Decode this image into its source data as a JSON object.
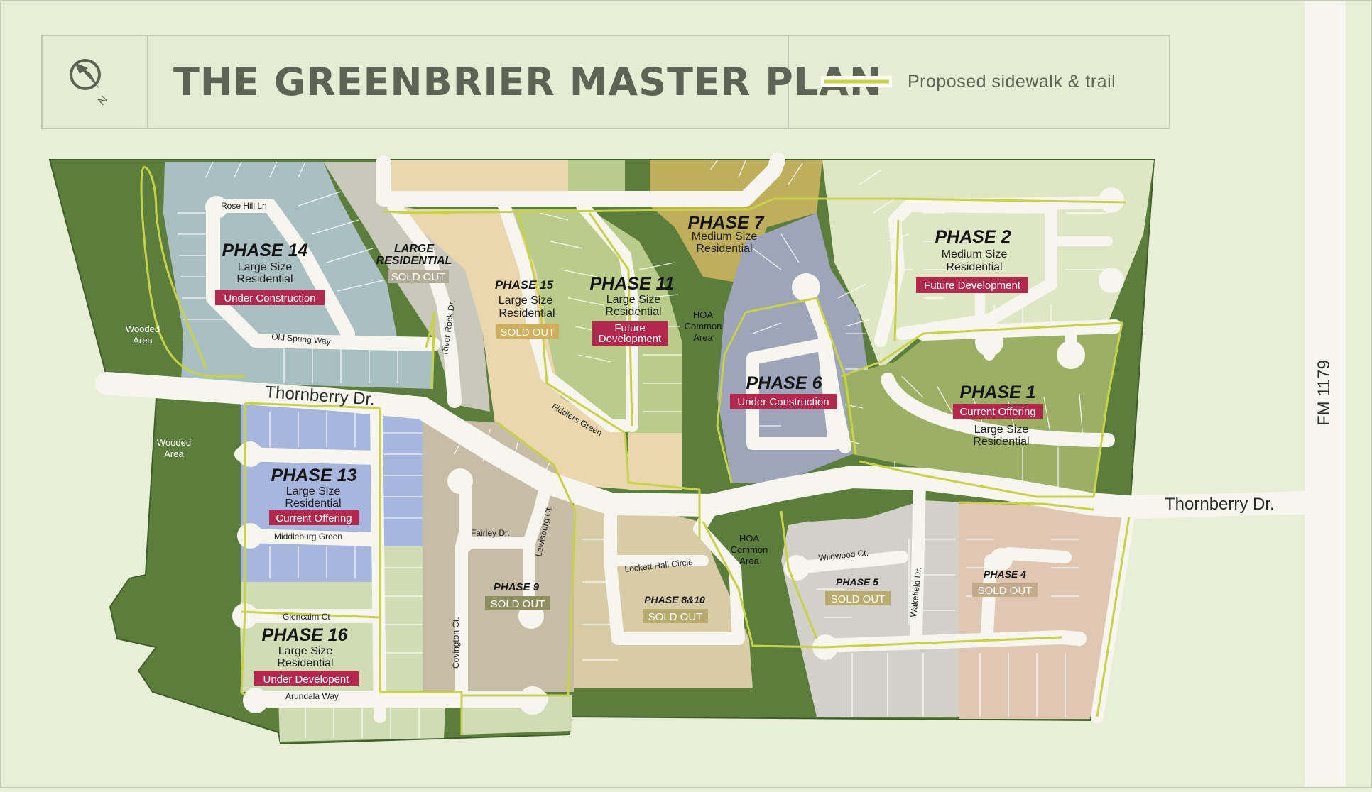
{
  "header": {
    "title": "THE GREENBRIER MASTER PLAN",
    "compass_icon": "compass-north-icon",
    "legend_label": "Proposed sidewalk & trail"
  },
  "colors": {
    "background": "#e9eed6",
    "wooded": "#5b7e3d",
    "road": "#f6f6ef",
    "trail": "#c8d246",
    "badge_red": "#b3294e",
    "badge_olive": "#b9aa6e"
  },
  "roads": {
    "fm_1179": "FM 1179",
    "thornberry_west": "Thornberry Dr.",
    "thornberry_east": "Thornberry Dr."
  },
  "streets": {
    "rose_hill": "Rose Hill Ln",
    "old_spring": "Old Spring Way",
    "river_rock": "River Rock Dr.",
    "fiddlers_green": "Fiddlers Green",
    "middleburg": "Middleburg Green",
    "glencairn": "Glencairn Ct",
    "arundala": "Arundala Way",
    "covington": "Covington Ct.",
    "fairley": "Fairley Dr.",
    "lewisburg": "Lewisburg Ct.",
    "lockett_hall": "Lockett Hall Circle",
    "wildwood": "Wildwood Ct.",
    "wakefield": "Wakefield Dr."
  },
  "areas": {
    "wooded_1": [
      "Wooded",
      "Area"
    ],
    "wooded_2": [
      "Wooded",
      "Area"
    ],
    "hoa_1": [
      "HOA",
      "Common",
      "Area"
    ],
    "hoa_2": [
      "HOA",
      "Common",
      "Area"
    ]
  },
  "phases": {
    "p14": {
      "name": "PHASE 14",
      "line1": "Large Size",
      "line2": "Residential",
      "status": "Under Construction"
    },
    "large": {
      "name1": "LARGE",
      "name2": "RESIDENTIAL",
      "status": "SOLD OUT"
    },
    "p15": {
      "name": "PHASE 15",
      "line1": "Large Size",
      "line2": "Residential",
      "status": "SOLD OUT"
    },
    "p11": {
      "name": "PHASE 11",
      "line1": "Large Size",
      "line2": "Residential",
      "status1": "Future",
      "status2": "Development"
    },
    "p7": {
      "name": "PHASE 7",
      "line1": "Medium Size",
      "line2": "Residential"
    },
    "p2": {
      "name": "PHASE 2",
      "line1": "Medium Size",
      "line2": "Residential",
      "status": "Future Development"
    },
    "p6": {
      "name": "PHASE 6",
      "status": "Under Construction"
    },
    "p1": {
      "name": "PHASE 1",
      "status": "Current Offering",
      "line1": "Large Size",
      "line2": "Residential"
    },
    "p13": {
      "name": "PHASE 13",
      "line1": "Large Size",
      "line2": "Residential",
      "status": "Current Offering"
    },
    "p16": {
      "name": "PHASE 16",
      "line1": "Large Size",
      "line2": "Residential",
      "status": "Under Developent"
    },
    "p9": {
      "name": "PHASE 9",
      "status": "SOLD OUT"
    },
    "p810": {
      "name": "PHASE 8&10",
      "status": "SOLD OUT"
    },
    "p5": {
      "name": "PHASE 5",
      "status": "SOLD OUT"
    },
    "p4": {
      "name": "PHASE 4",
      "status": "SOLD OUT"
    }
  }
}
